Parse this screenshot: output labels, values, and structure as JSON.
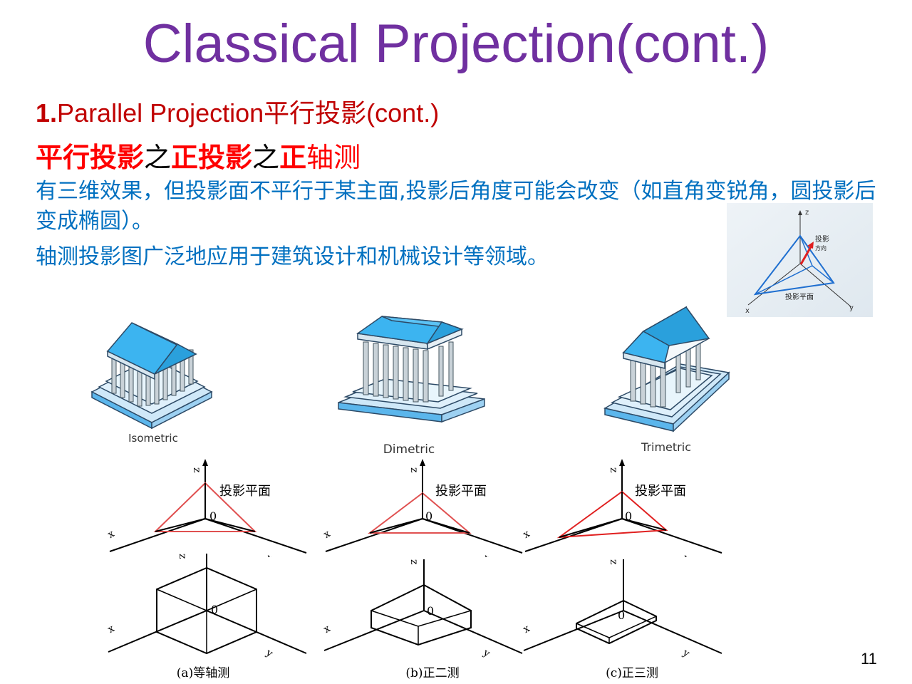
{
  "title": "Classical Projection(cont.)",
  "subtitle1": {
    "number": "1.",
    "text": "Parallel Projection平行投影(cont.)"
  },
  "subtitle2": {
    "part1": "平行投影",
    "part2": "之",
    "part3": "正投影",
    "part4": "之",
    "part5": "正",
    "part6": "轴测"
  },
  "paragraph1": "有三维效果，但投影面不平行于某主面,投影后角度可能会改变（如直角变锐角，圆投影后变成椭圆）。",
  "paragraph2": "轴测投影图广泛地应用于建筑设计和机械设计等领域。",
  "inset": {
    "projection_dir": "投影",
    "direction": "方向",
    "plane": "投影平面",
    "x": "x",
    "y": "y",
    "z": "z"
  },
  "temples": [
    {
      "label": "Isometric"
    },
    {
      "label": "Dimetric"
    },
    {
      "label": "Trimetric"
    }
  ],
  "axis_diagrams": {
    "plane_label": "投影平面",
    "origin": "0",
    "x": "x",
    "y": "y",
    "z": "z",
    "captions": [
      "(a)等轴测",
      "(b)正二测",
      "(c)正三测"
    ]
  },
  "page_number": "11",
  "colors": {
    "title": "#7030a0",
    "red": "#ff0000",
    "blue": "#0070c0",
    "roof": "#3cb4f0"
  }
}
